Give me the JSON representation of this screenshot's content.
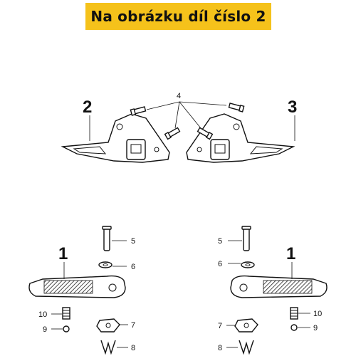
{
  "banner": {
    "text": "Na obrázku díl číslo 2",
    "color": "#f5c21b"
  },
  "callouts": {
    "bracket_left": "2",
    "bracket_right": "3",
    "screws": "4",
    "footrest_left": "1",
    "footrest_right": "1",
    "pin_left": "5",
    "washer_left": "6",
    "plate_left": "7",
    "clip_left": "8",
    "ball_left": "9",
    "spring_left": "10",
    "pin_right": "5",
    "washer_right": "6",
    "plate_right": "7",
    "clip_right": "8",
    "ball_right": "9",
    "spring_right": "10"
  }
}
